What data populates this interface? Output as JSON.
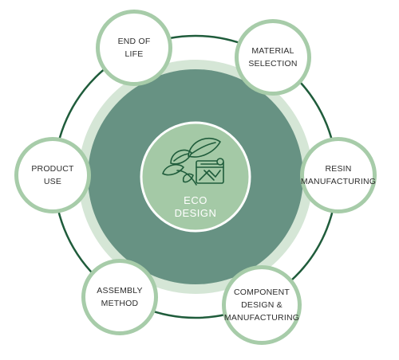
{
  "center": {
    "label": "ECO\nDESIGN",
    "icon": "leaf-and-drafting-icon"
  },
  "stages": [
    {
      "id": "end-of-life",
      "label": "END OF\nLIFE"
    },
    {
      "id": "material-selection",
      "label": "MATERIAL\nSELECTION"
    },
    {
      "id": "resin-manufacturing",
      "label": "RESIN\nMANUFACTURING"
    },
    {
      "id": "component-design-manufacturing",
      "label": "COMPONENT\nDESIGN &\nMANUFACTURING"
    },
    {
      "id": "assembly-method",
      "label": "ASSEMBLY\nMETHOD"
    },
    {
      "id": "product-use",
      "label": "PRODUCT\nUSE"
    }
  ],
  "colors": {
    "outer_ring": "#1f5c3b",
    "light_band": "#d5e6d6",
    "disk": "#679283",
    "center_fill": "#a4c9a6",
    "stage_border": "#a7cca9",
    "icon_stroke": "#1f5c3b"
  }
}
